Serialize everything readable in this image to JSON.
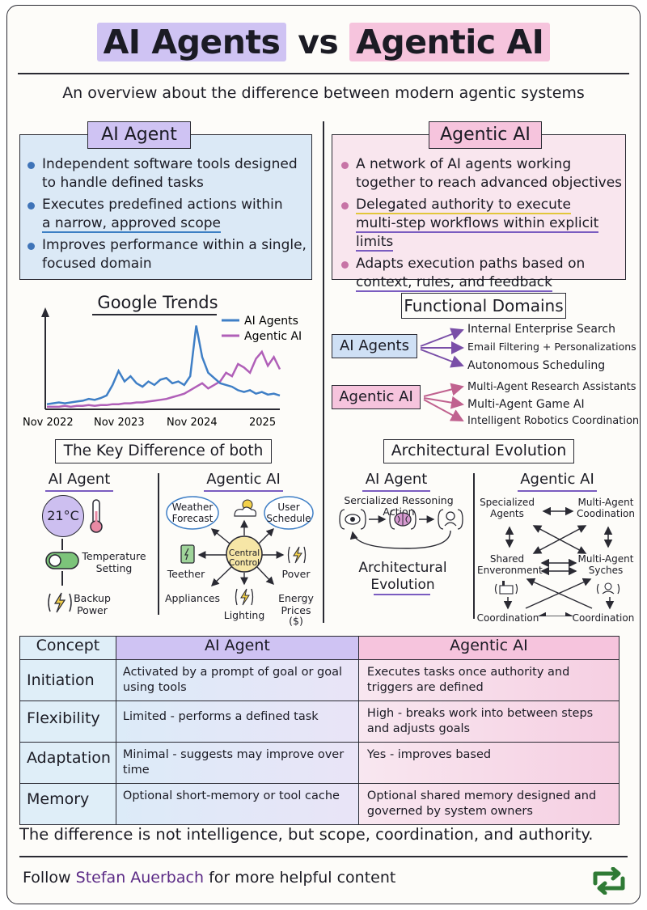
{
  "title": {
    "part1": "AI Agents",
    "vs": "vs",
    "part2": "Agentic AI"
  },
  "subtitle": "An overview about the difference between modern agentic systems",
  "left_card": {
    "label": "AI Agent",
    "bullets": [
      "Independent software tools designed to handle defined tasks",
      "Executes predefined actions within",
      "a narrow, approved scope",
      "Improves performance within a single, focused domain"
    ]
  },
  "right_card": {
    "label": "Agentic AI",
    "bullets": [
      "A network of AI agents working together to reach advanced objectives",
      "Delegated authority to execute",
      "multi-step workflows within explicit limits",
      "Adapts execution paths based on",
      "context, rules, and feedback"
    ]
  },
  "chart_data": {
    "type": "line",
    "title": "Google Trends",
    "x_labels": [
      "Nov 2022",
      "Nov 2023",
      "Nov 2024",
      "2025"
    ],
    "series": [
      {
        "name": "AI Agents",
        "color": "#3f7fc6",
        "values": [
          4,
          5,
          6,
          5,
          6,
          7,
          8,
          10,
          9,
          11,
          14,
          26,
          42,
          30,
          36,
          28,
          24,
          30,
          26,
          32,
          34,
          28,
          30,
          26,
          36,
          94,
          58,
          40,
          34,
          28,
          26,
          24,
          20,
          18,
          20,
          16,
          18,
          15,
          16,
          14
        ]
      },
      {
        "name": "Agentic AI",
        "color": "#b05fb8",
        "values": [
          1,
          1,
          1,
          2,
          1,
          2,
          2,
          3,
          2,
          3,
          3,
          4,
          4,
          5,
          5,
          6,
          6,
          7,
          8,
          9,
          10,
          12,
          14,
          16,
          20,
          24,
          28,
          22,
          26,
          30,
          40,
          36,
          50,
          46,
          40,
          56,
          64,
          48,
          58,
          44
        ]
      }
    ],
    "ylim": [
      0,
      100
    ]
  },
  "key_difference": {
    "title": "The Key Difference of both",
    "left": {
      "heading": "AI Agent",
      "temp": "21°C",
      "temp_label": "Temperature Setting",
      "backup": "Backup Power"
    },
    "right": {
      "heading": "Agentic AI",
      "center": "Central Control",
      "nodes": [
        "Weather Forecast",
        "User Schedule",
        "Teether",
        "Pover",
        "Appliances",
        "Lighting",
        "Energy Prices",
        "($)"
      ]
    }
  },
  "functional_domains": {
    "title": "Functional Domains",
    "groups": [
      {
        "label": "AI Agents",
        "items": [
          "Internal Enterprise Search",
          "Email Filtering + Personalizations",
          "Autonomous Scheduling"
        ]
      },
      {
        "label": "Agentic AI",
        "items": [
          "Multi-Agent Research Assistants",
          "Multi-Agent Game AI",
          "Intelligent Robotics Coordination"
        ]
      }
    ]
  },
  "architecture": {
    "title": "Architectural Evolution",
    "left": {
      "heading": "AI Agent",
      "flow": "Sercialized Ressoning Action",
      "caption": "Architectural Evolution"
    },
    "right": {
      "heading": "Agentic AI",
      "nodes": [
        "Specialized Agents",
        "Multi-Agent Coodination",
        "Shared Enveronment",
        "Multi-Agent Syches",
        "Coordination",
        "Coordination"
      ]
    }
  },
  "table": {
    "headers": [
      "Concept",
      "AI Agent",
      "Agentic AI"
    ],
    "rows": [
      {
        "concept": "Initiation",
        "a": "Activated by a prompt of goal or goal using tools",
        "b": "Executes tasks once authority and triggers are defined"
      },
      {
        "concept": "Flexibility",
        "a": "Limited - performs a defined task",
        "b": "High - breaks work into between steps and adjusts goals"
      },
      {
        "concept": "Adaptation",
        "a": "Minimal - suggests may improve over time",
        "b": "Yes - improves based"
      },
      {
        "concept": "Memory",
        "a": "Optional short-memory or tool cache",
        "b": "Optional shared memory designed and governed by system owners"
      }
    ]
  },
  "closing": "The difference is not intelligence, but scope, coordination, and authority.",
  "footer": {
    "prefix": "Follow",
    "author": "Stefan Auerbach",
    "suffix": "for more helpful content"
  },
  "colors": {
    "purple": "#cfc3f3",
    "pink": "#f6c4dd",
    "blue_card": "#dbe9f6",
    "pink_card": "#f9e6ee",
    "repost": "#2f7a35"
  },
  "icons": [
    "thermometer-icon",
    "toggle-icon",
    "lightning-icon",
    "sun-cloud-icon",
    "battery-icon",
    "eye-icon",
    "brain-icon",
    "agent-icon",
    "factory-icon",
    "repost-icon"
  ]
}
